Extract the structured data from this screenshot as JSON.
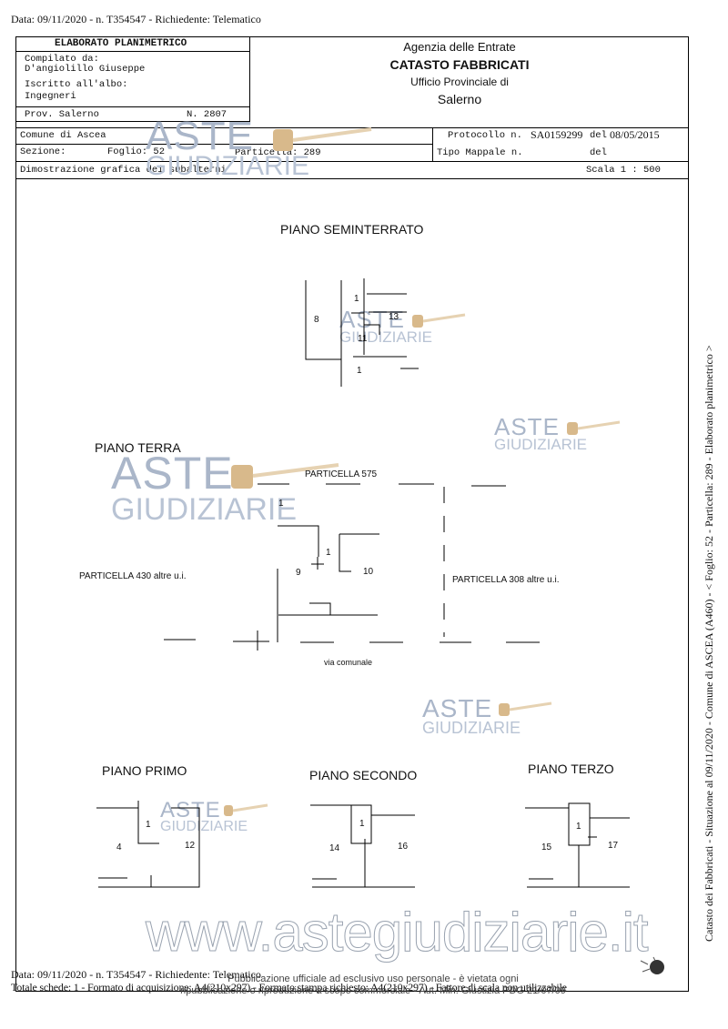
{
  "header": {
    "top_line": "Data: 09/11/2020 - n. T354547 - Richiedente: Telematico"
  },
  "elaborato": {
    "title": "ELABORATO PLANIMETRICO",
    "compilato_label": "Compilato da:",
    "compilato_name": "D'angiolillo Giuseppe",
    "iscritto_label": "Iscritto all'albo:",
    "iscritto_value": "Ingegneri",
    "prov": "Prov. Salerno",
    "numero": "N. 2807"
  },
  "agency": {
    "line1": "Agenzia delle Entrate",
    "line2": "CATASTO FABBRICATI",
    "line3": "Ufficio Provinciale di",
    "line4": "Salerno"
  },
  "info": {
    "comune": "Comune di Ascea",
    "sezione_label": "Sezione:",
    "foglio": "Foglio: 52",
    "particella": "Particella: 289",
    "protocollo_label": "Protocollo n.",
    "protocollo_value": "SA0159299",
    "protocollo_del": "del",
    "protocollo_date": "08/05/2015",
    "tipo_mappale": "Tipo Mappale n.",
    "tipo_del": "del",
    "dimostrazione": "Dimostrazione grafica dei subalterni",
    "scala": "Scala 1 : 500"
  },
  "plans": {
    "seminterrato": {
      "title": "PIANO SEMINTERRATO",
      "labels": [
        "1",
        "8",
        "13",
        "11",
        "1"
      ]
    },
    "terra": {
      "title": "PIANO TERRA",
      "particella_575": "PARTICELLA 575",
      "particella_430": "PARTICELLA 430 altre u.i.",
      "particella_308": "PARTICELLA 308 altre u.i.",
      "via": "via comunale",
      "labels": [
        "1",
        "1",
        "9",
        "10"
      ]
    },
    "primo": {
      "title": "PIANO PRIMO",
      "labels": [
        "1",
        "4",
        "12"
      ]
    },
    "secondo": {
      "title": "PIANO SECONDO",
      "labels": [
        "1",
        "14",
        "16"
      ]
    },
    "terzo": {
      "title": "PIANO TERZO",
      "labels": [
        "1",
        "15",
        "17"
      ]
    }
  },
  "watermark": {
    "aste": "ASTE",
    "giudiziarie": "GIUDIZIARIE",
    "site": "www.astegiudiziarie.it",
    "notice_line1": "Pubblicazione ufficiale ad esclusivo uso personale - è vietata ogni",
    "notice_line2": "ripubblicazione o riproduzione a scopo commerciale - Aut. Min. Giustizia PDG 21/07/09"
  },
  "footer": {
    "line1": "Data: 09/11/2020 - n. T354547 - Richiedente: Telematico",
    "line2": "Totale schede: 1 - Formato di acquisizione: A4(210x297) - Formato stampa richiesto: A4(210x297) - Fattore di scala non utilizzabile"
  },
  "side": {
    "text": "Catasto dei Fabbricati - Situazione al 09/11/2020 - Comune di ASCEA (A460) - < Foglio: 52 - Particella: 289 - Elaborato planimetrico >"
  }
}
